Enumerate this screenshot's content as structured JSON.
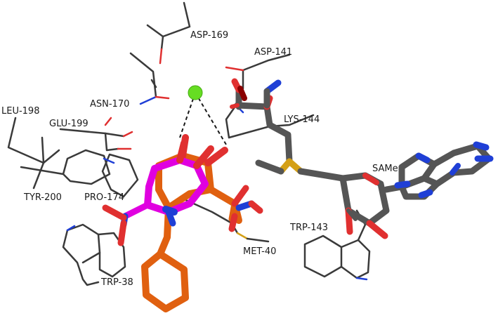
{
  "labels": {
    "asp169": "ASP-169",
    "asp141": "ASP-141",
    "asn170": "ASN-170",
    "lys144": "LYS-144",
    "leu198": "LEU-198",
    "glu199": "GLU-199",
    "tyr200": "TYR-200",
    "pro174": "PRO-174",
    "same": "SAMe",
    "trp143": "TRP-143",
    "met40": "MET-40",
    "trp38": "TRP-38"
  },
  "colors": {
    "carbon_thin": "#3a3a3a",
    "carbon_same": "#555555",
    "oxygen": "#e03030",
    "nitrogen": "#1f3fd6",
    "sulfur": "#d4a017",
    "ligand_magenta": "#e000e0",
    "ligand_orange": "#e06010",
    "ion": "#66dd22"
  }
}
